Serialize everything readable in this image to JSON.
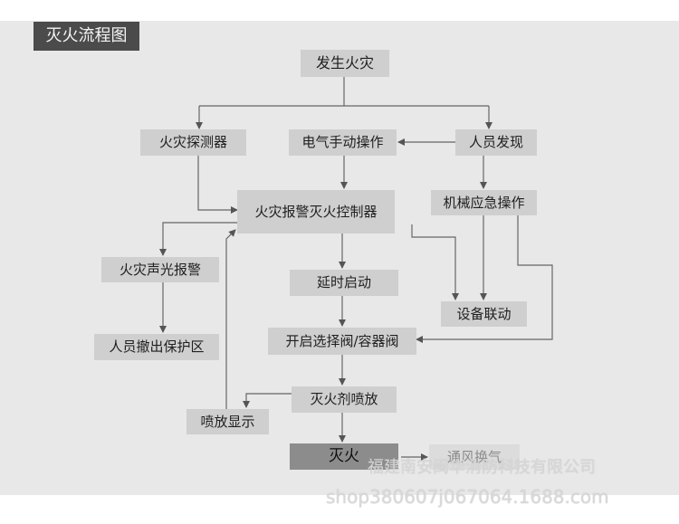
{
  "title": "灭火流程图",
  "nodes": {
    "fire_occurs": "发生火灾",
    "fire_detector": "火灾探测器",
    "manual_electric": "电气手动操作",
    "personnel_discover": "人员发现",
    "alarm_controller": "火灾报警灭火控制器",
    "mechanical_emergency": "机械应急操作",
    "sound_light_alarm": "火灾声光报警",
    "delayed_start": "延时启动",
    "equipment_linkage": "设备联动",
    "evacuate": "人员撤出保护区",
    "open_valves": "开启选择阀/容器阀",
    "agent_discharge": "灭火剂喷放",
    "discharge_display": "喷放显示",
    "extinguish": "灭火",
    "ventilation": "通风换气"
  },
  "watermark": {
    "line1": "福建南安闽华消防科技有限公司",
    "line2": "shop380607j067064.1688.com"
  }
}
